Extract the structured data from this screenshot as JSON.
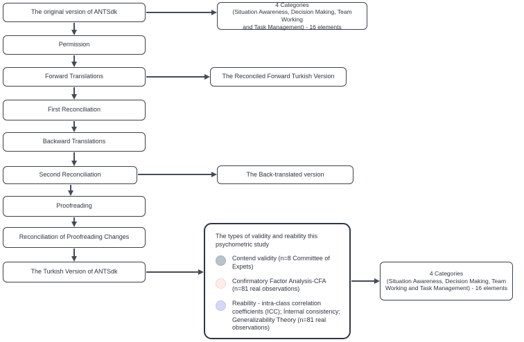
{
  "flow": {
    "steps": [
      {
        "label": "The original version of ANTSdk"
      },
      {
        "label": "Permission"
      },
      {
        "label": "Forward Translations"
      },
      {
        "label": "First Reconciliation"
      },
      {
        "label": "Backward Translations"
      },
      {
        "label": "Second Reconciliation"
      },
      {
        "label": "Proofreading"
      },
      {
        "label": "Reconciliation of Proofreading Changes"
      },
      {
        "label": "The Turkish Version of ANTSdk"
      }
    ]
  },
  "outputs": {
    "categories_top": {
      "lines": [
        "4 Categories",
        "(Situation Awareness, Decision Making, Team Working",
        "and Task Management) - 16 elements"
      ]
    },
    "reconciled_forward": {
      "label": "The Reconciled Forward Turkish Version"
    },
    "back_translated": {
      "label": "The Back-translated version"
    },
    "categories_bottom": {
      "lines": [
        "4 Categories",
        "(Situation Awareness, Decision Making, Team",
        "Working and Task Management) - 16 elements"
      ]
    }
  },
  "validity_panel": {
    "title": "The types of validity and reability this psychometric study",
    "items": [
      {
        "label": "Contend validity (n=8 Committee of Expets)",
        "bullet_fill": "#b9c3cc",
        "bullet_border": "#a6b2bc"
      },
      {
        "label": "Confirmatory Factor Analysis-CFA (n=81 real observations)",
        "bullet_fill": "#fdecea",
        "bullet_border": "#f5d4d1"
      },
      {
        "label": "Reability - intra-class correlation coefficients (ICC); İnternal consistency; Generalizability Theory (n=81 real observations)",
        "bullet_fill": "#d6d7f9",
        "bullet_border": "#c0c1f0"
      }
    ]
  },
  "colors": {
    "box_border": "#3b424e",
    "panel_border": "#2f3640",
    "arrow": "#434b57",
    "text": "#2e3440",
    "background": "#ffffff"
  }
}
